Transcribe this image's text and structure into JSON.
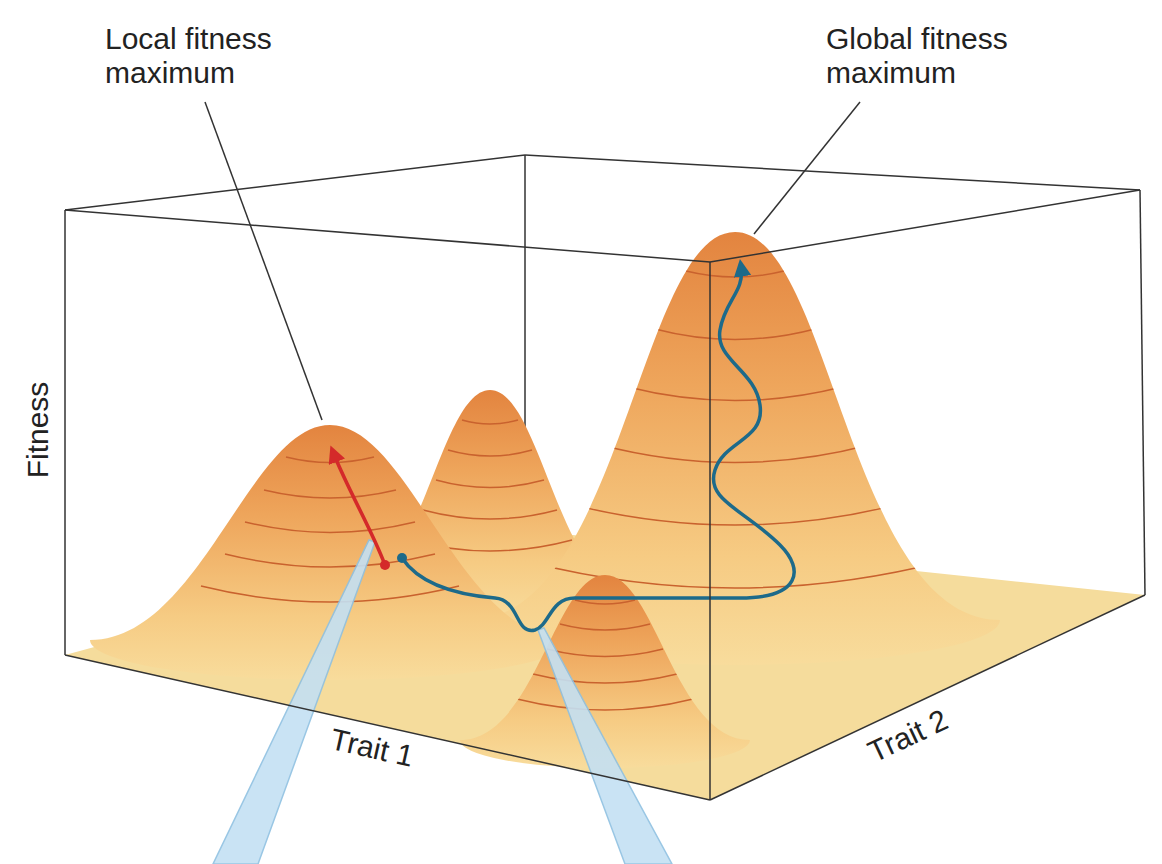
{
  "diagram": {
    "labels": [
      "Local fitness maximum",
      "Global fitness maximum",
      "Fitness",
      "Trait 1",
      "Trait 2"
    ]
  }
}
